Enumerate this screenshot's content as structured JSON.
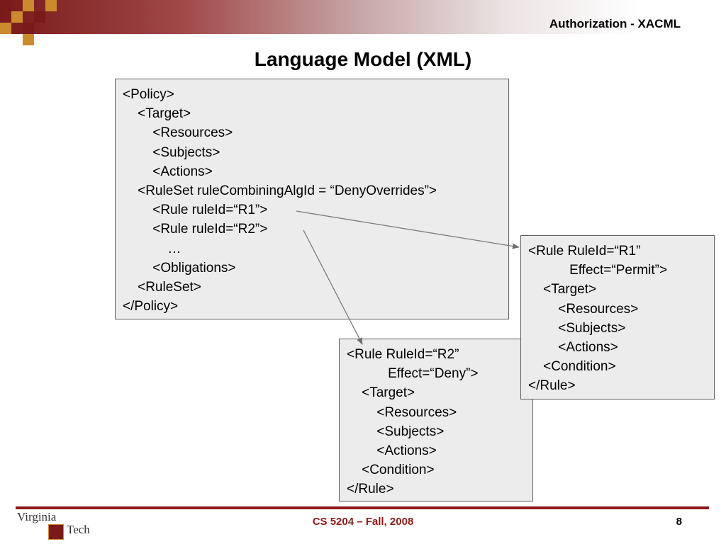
{
  "header": {
    "title": "Authorization - XACML"
  },
  "slide": {
    "title": "Language Model (XML)"
  },
  "policy_box": {
    "lines": [
      "<Policy>",
      "    <Target>",
      "        <Resources>",
      "        <Subjects>",
      "        <Actions>",
      "    <RuleSet ruleCombiningAlgId = “DenyOverrides”>",
      "        <Rule ruleId=“R1”>",
      "        <Rule ruleId=“R2”>",
      "            …",
      "        <Obligations>",
      "    <RuleSet>",
      "</Policy>"
    ]
  },
  "rule_r1_box": {
    "lines": [
      "<Rule RuleId=“R1”",
      "           Effect=“Permit”>",
      "    <Target>",
      "        <Resources>",
      "        <Subjects>",
      "        <Actions>",
      "    <Condition>",
      "</Rule>"
    ]
  },
  "rule_r2_box": {
    "lines": [
      "<Rule RuleId=“R2”",
      "           Effect=“Deny”>",
      "    <Target>",
      "        <Resources>",
      "        <Subjects>",
      "        <Actions>",
      "    <Condition>",
      "</Rule>"
    ]
  },
  "footer": {
    "course": "CS 5204 – Fall, 2008",
    "page_number": "8",
    "logo_text_top": "Virginia",
    "logo_text_bottom": "Tech"
  },
  "colors": {
    "brand_maroon": "#8b1a1a",
    "brand_orange": "#cc8a2e",
    "box_fill": "#ececec"
  }
}
